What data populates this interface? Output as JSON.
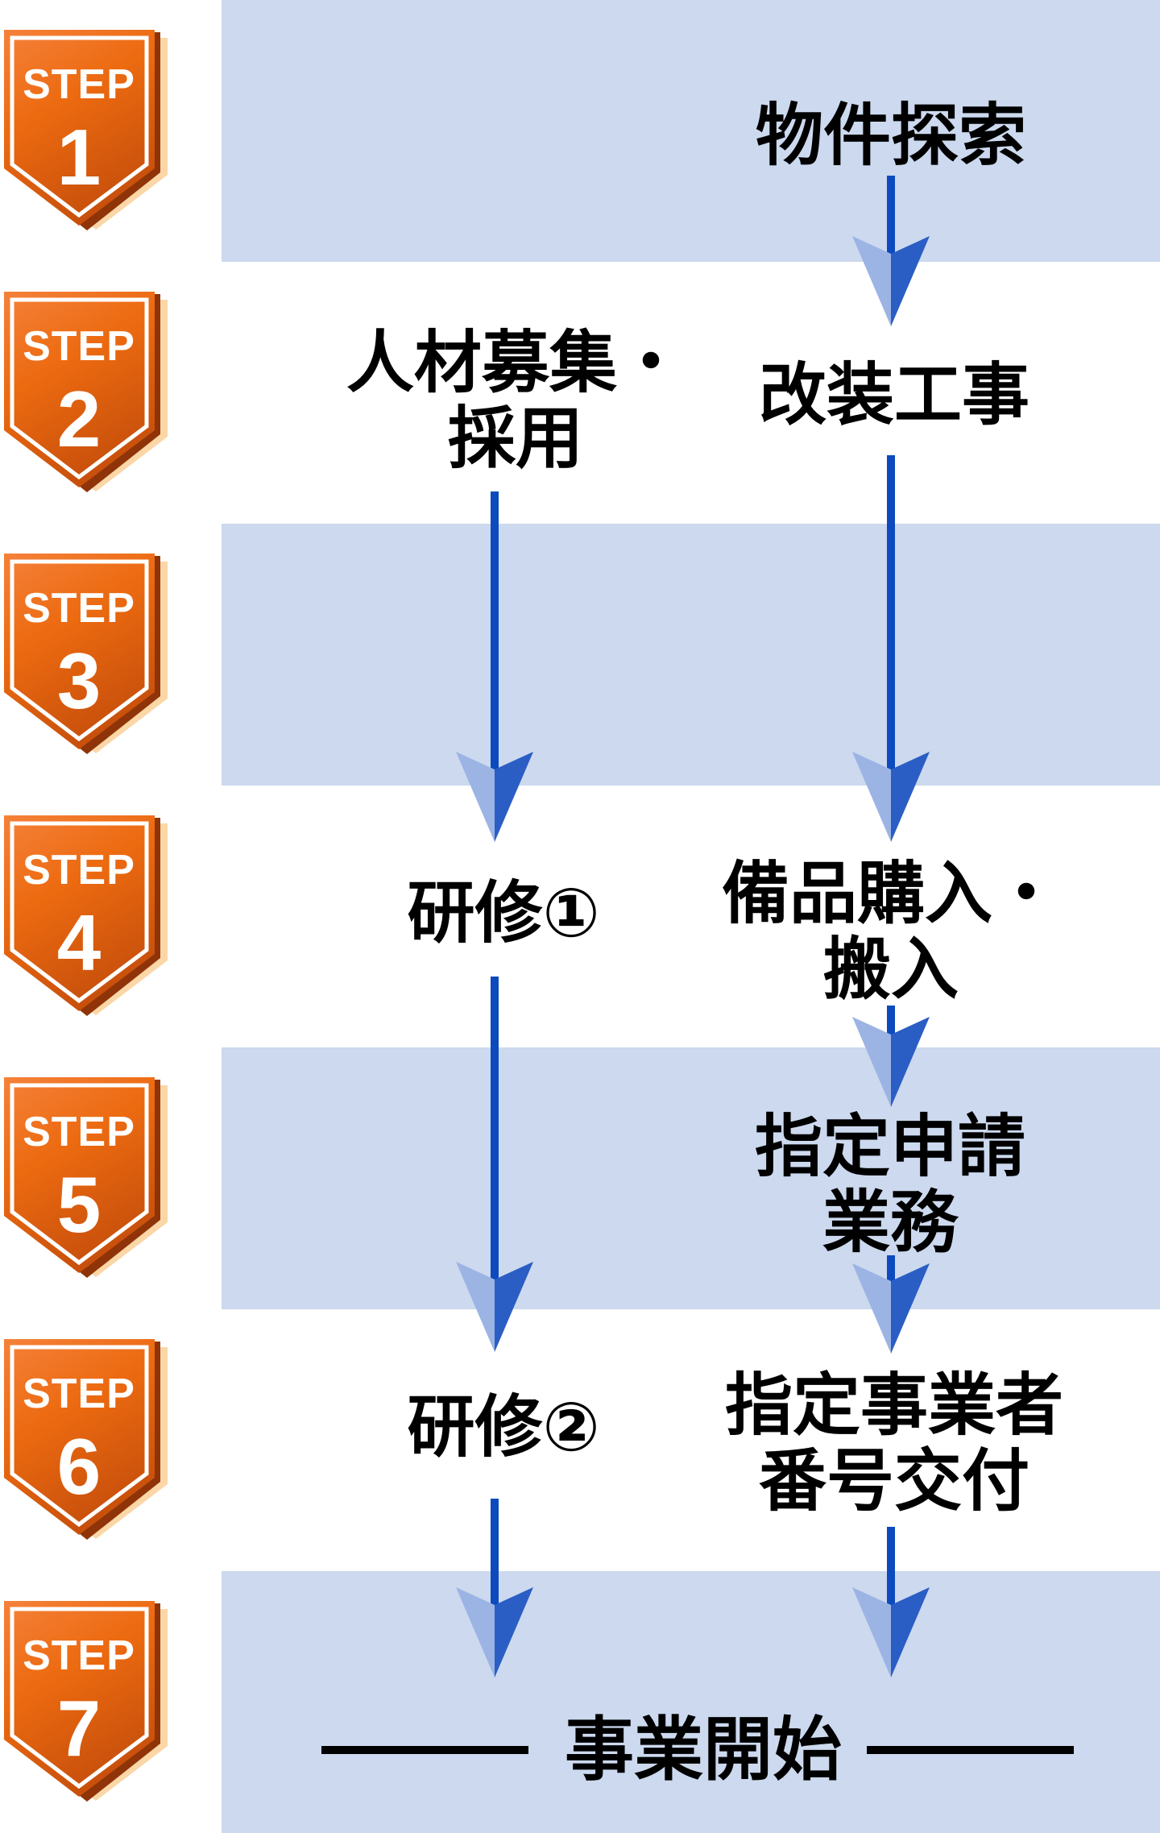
{
  "steps": [
    {
      "label": "STEP",
      "number": "1"
    },
    {
      "label": "STEP",
      "number": "2"
    },
    {
      "label": "STEP",
      "number": "3"
    },
    {
      "label": "STEP",
      "number": "4"
    },
    {
      "label": "STEP",
      "number": "5"
    },
    {
      "label": "STEP",
      "number": "6"
    },
    {
      "label": "STEP",
      "number": "7"
    }
  ],
  "flow": {
    "property_search": "物件探索",
    "renovation": "改装工事",
    "recruitment_line1": "人材募集・",
    "recruitment_line2": "採用",
    "training1": "研修①",
    "equipment_line1": "備品購入・",
    "equipment_line2": "搬入",
    "application_line1": "指定申請",
    "application_line2": "業務",
    "training2": "研修②",
    "designation_line1": "指定事業者",
    "designation_line2": "番号交付",
    "business_start": "事業開始"
  },
  "colors": {
    "band-blue": "#ccd9ee",
    "arrow-shaft": "#0c4abe",
    "arrow-head-dark": "#2a5ec4",
    "arrow-head-light": "#9cb4e4",
    "badge-orange-light": "#f5813a",
    "badge-orange": "#ec6a10",
    "badge-orange-dark": "#c8500c",
    "badge-fold": "#8f3408",
    "badge-shadow": "#fbd6a6",
    "badge-text": "#ffffff",
    "text-black": "#000000"
  }
}
